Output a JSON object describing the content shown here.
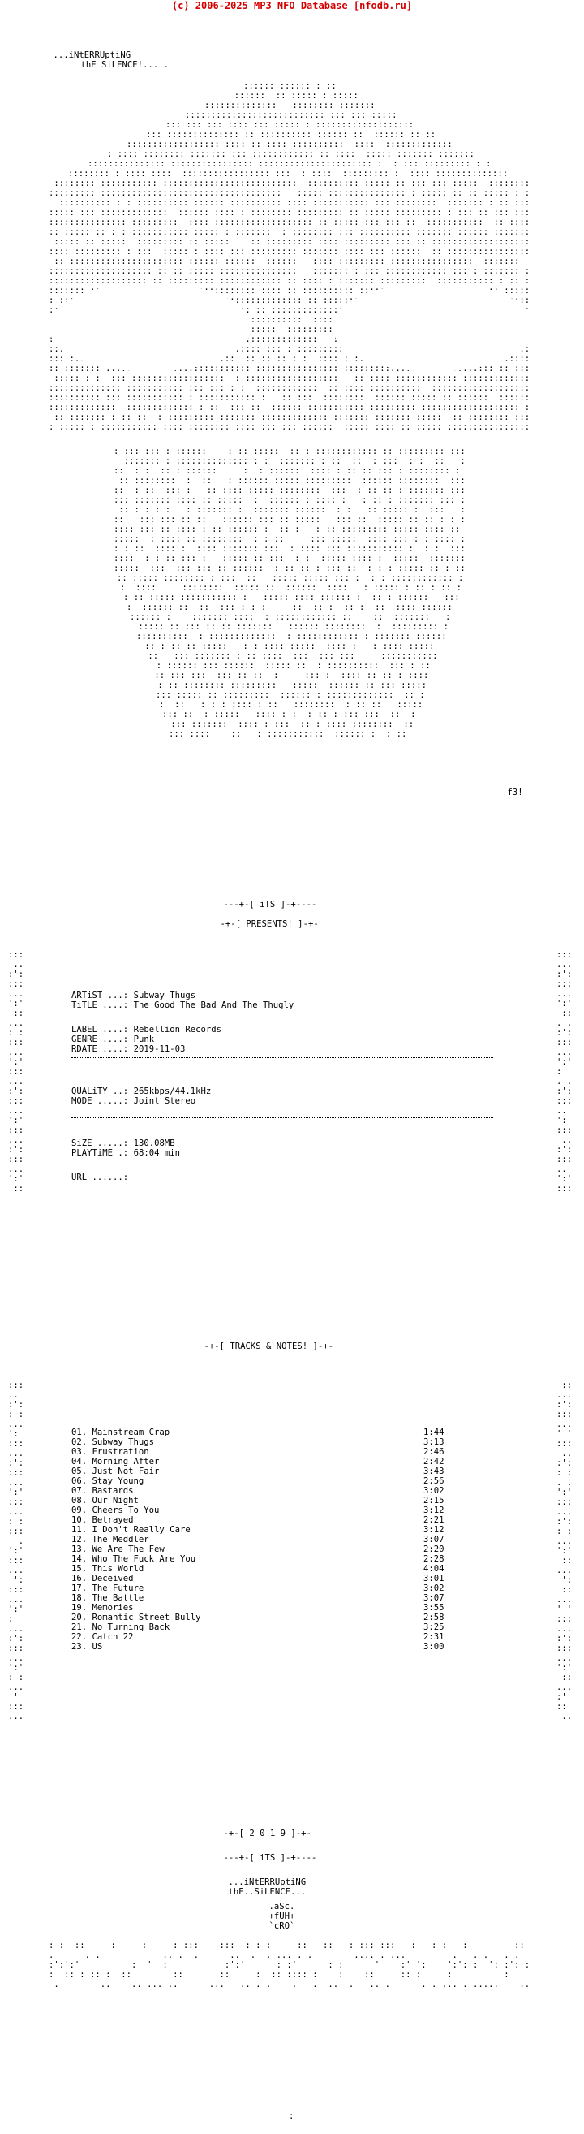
{
  "header": {
    "credit": "(c) 2006-2025 MP3 NFO Database [nfodb.ru]"
  },
  "group": {
    "name_line1": "...iNtERRUptiNG",
    "name_line2": "thE SiLENCE!... .",
    "tag": "f3!"
  },
  "banners": {
    "its": "---+-[ iTS ]-+----",
    "presents": "-+-[ PRESENTS! ]-+-",
    "tracks": "-+-[ TRACKS & NOTES! ]-+-",
    "year": "-+-[ 2 0 1 9 ]-+-",
    "its_footer": "---+-[ iTS ]-+----",
    "footer_name1": "...iNtERRUptiNG",
    "footer_name2": "thE..SiLENCE...",
    "credit1": ".aSc.",
    "credit2": "+fUH+",
    "credit3": "`cRO`"
  },
  "release": {
    "artist_label": "ARTiST ...:",
    "artist": "Subway Thugs",
    "title_label": "TiTLE ....:",
    "title": "The Good The Bad And The Thugly",
    "label_label": "LABEL ....:",
    "label": "Rebellion Records",
    "genre_label": "GENRE ....:",
    "genre": "Punk",
    "rdate_label": "RDATE ....:",
    "rdate": "2019-11-03",
    "quality_label": "QUALiTY ..:",
    "quality": "265kbps/44.1kHz",
    "mode_label": "MODE .....:",
    "mode": "Joint Stereo",
    "size_label": "SiZE .....:",
    "size": "130.08MB",
    "playtime_label": "PLAYTiME .:",
    "playtime": "68:04 min",
    "url_label": "URL ......:",
    "url": ""
  },
  "tracks": [
    {
      "no": "01.",
      "title": "Mainstream Crap",
      "time": "1:44"
    },
    {
      "no": "02.",
      "title": "Subway Thugs",
      "time": "3:13"
    },
    {
      "no": "03.",
      "title": "Frustration",
      "time": "2:46"
    },
    {
      "no": "04.",
      "title": "Morning After",
      "time": "2:42"
    },
    {
      "no": "05.",
      "title": "Just Not Fair",
      "time": "3:43"
    },
    {
      "no": "06.",
      "title": "Stay Young",
      "time": "2:56"
    },
    {
      "no": "07.",
      "title": "Bastards",
      "time": "3:02"
    },
    {
      "no": "08.",
      "title": "Our Night",
      "time": "2:15"
    },
    {
      "no": "09.",
      "title": "Cheers To You",
      "time": "3:12"
    },
    {
      "no": "10.",
      "title": "Betrayed",
      "time": "2:21"
    },
    {
      "no": "11.",
      "title": "I Don't Really Care",
      "time": "3:12"
    },
    {
      "no": "12.",
      "title": "The Meddler",
      "time": "3:07"
    },
    {
      "no": "13.",
      "title": "We Are The Few",
      "time": "2:20"
    },
    {
      "no": "14.",
      "title": "Who The Fuck Are You",
      "time": "2:28"
    },
    {
      "no": "15.",
      "title": "This World",
      "time": "4:04"
    },
    {
      "no": "16.",
      "title": "Deceived",
      "time": "3:01"
    },
    {
      "no": "17.",
      "title": "The Future",
      "time": "3:02"
    },
    {
      "no": "18.",
      "title": "The Battle",
      "time": "3:07"
    },
    {
      "no": "19.",
      "title": "Memories",
      "time": "3:55"
    },
    {
      "no": "20.",
      "title": "Romantic Street Bully",
      "time": "2:58"
    },
    {
      "no": "21.",
      "title": "No Turning Back",
      "time": "3:25"
    },
    {
      "no": "22.",
      "title": "Catch 22",
      "time": "2:31"
    },
    {
      "no": "23.",
      "title": "US",
      "time": "3:00"
    }
  ]
}
